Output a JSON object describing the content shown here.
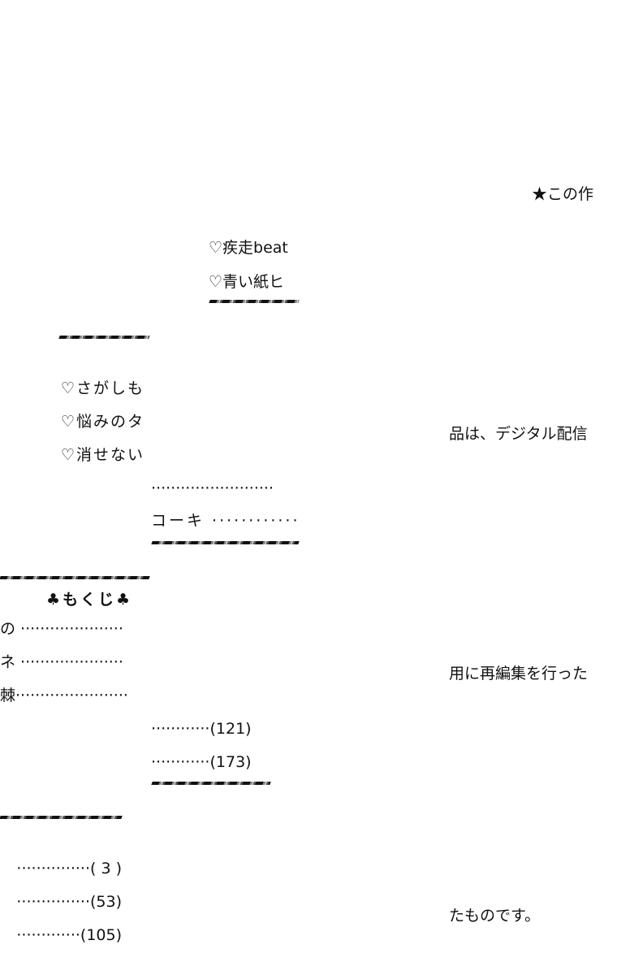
{
  "toc": {
    "heading": "♣もくじ♣",
    "fragments_top": [
      "♡疾走beat",
      "♡青い紙ヒ"
    ],
    "fragments_mid": [
      "♡さがしも",
      "♡悩みのタ",
      "♡消せない"
    ],
    "dots_line": "·························",
    "koki_line": "コーキ ··············",
    "fragments_left": [
      "の ·····················",
      "ネ ·····················",
      "棘·······················"
    ],
    "page_entries_mid": [
      "············(121)",
      "············(173)"
    ],
    "page_entries_bottom": [
      "···············( 3 )",
      "···············(53)",
      "·············(105)"
    ]
  },
  "notice": {
    "lines": [
      "★この作",
      "品は、デジタル配信",
      "用に再編集を行った",
      "たものです。"
    ]
  }
}
